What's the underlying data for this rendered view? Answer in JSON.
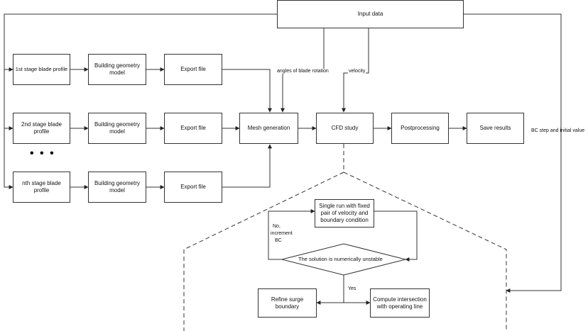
{
  "diagram": {
    "input_data": "Input data",
    "stage1_profile": "1st stage blade profile",
    "stage2_profile": "2nd stage blade profile",
    "stagen_profile": "nth stage blade profile",
    "ellipsis": "• • •",
    "geometry": "Building geometry model",
    "export": "Export file",
    "mesh": "Mesh generation",
    "cfd": "CFD study",
    "post": "Postprocessing",
    "save": "Save results",
    "single_run": "Single run with fixed pair of velocity and boundary condition",
    "decision": "The solution is numerically unstable",
    "refine": "Refine surge boundary",
    "compute": "Compute intersection with operating line",
    "label_angles": "angles of blade rotation",
    "label_velocity": "velocity",
    "label_bc_step": "BC step and initial value",
    "label_no": "No,",
    "label_increment": "increment",
    "label_bc": "BC",
    "label_yes": "Yes"
  }
}
